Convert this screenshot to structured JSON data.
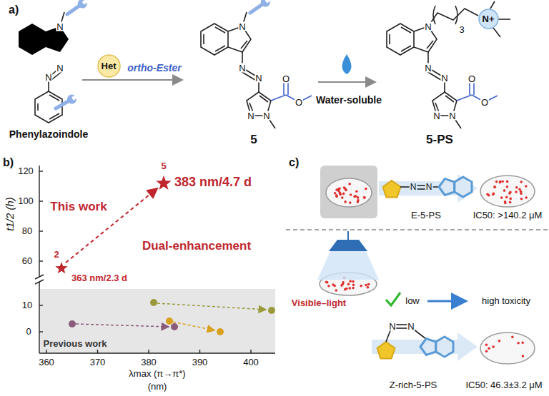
{
  "diagram": {
    "nodes": [
      {
        "text": [
          "Het"
        ]
      },
      {
        "text": [
          "N+"
        ]
      }
    ],
    "labels": [
      "a)",
      "Phenylazoindole",
      "ortho-Ester",
      "5",
      "Water-soluble",
      "5-PS",
      "N",
      "N",
      "N",
      "N",
      "N",
      "N",
      "N",
      "N",
      "O",
      "O",
      "N",
      "N",
      "N",
      "N",
      "N",
      "O",
      "O",
      "3",
      "b)",
      "120",
      "100",
      "80",
      "60",
      "10",
      "0",
      "360",
      "370",
      "380",
      "390",
      "400",
      "t1/2 (h)",
      "λmax (π→π*)",
      "(nm)",
      "This work",
      "Dual-enhancement",
      "Previous work",
      "5",
      "383 nm/4.7 d",
      "2",
      "363 nm/2.3 d",
      "c)",
      "N",
      "N",
      "E-5-PS",
      "IC50: >140.2 μM",
      "Visible–light",
      "low",
      "high toxicity",
      "N",
      "N",
      "Z-rich-5-PS",
      "IC50: 46.3±3.2 μM"
    ]
  }
}
